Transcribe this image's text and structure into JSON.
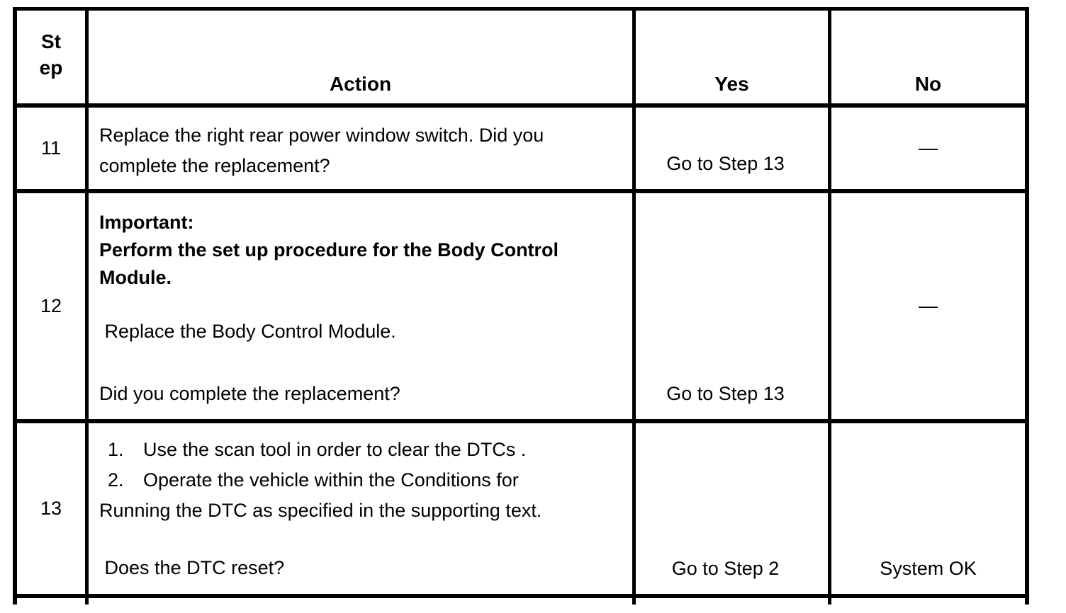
{
  "colors": {
    "background": "#ffffff",
    "text": "#000000",
    "border": "#000000"
  },
  "table": {
    "header": {
      "step_line1": "St",
      "step_line2": "ep",
      "action": "Action",
      "yes": "Yes",
      "no": "No"
    },
    "rows": [
      {
        "step": "11",
        "action_lines": [
          "Replace the right rear power window switch. Did you",
          "complete the replacement?"
        ],
        "yes": "Go to Step 13",
        "no": "—"
      },
      {
        "step": "12",
        "important_label": "Important:",
        "important_lines": [
          "Perform the set up procedure for the Body Control",
          "Module."
        ],
        "instruction": " Replace the Body Control Module.",
        "question": "Did you complete the replacement?",
        "yes": "Go to Step 13",
        "no": "—"
      },
      {
        "step": "13",
        "list_items": [
          {
            "num": "1.",
            "text": "Use the scan tool in order to clear the DTCs ."
          },
          {
            "num": "2.",
            "text": "Operate the vehicle within the Conditions for"
          }
        ],
        "continuation": "Running the DTC as specified in the supporting text.",
        "question": " Does the DTC reset?",
        "yes": "Go to Step 2",
        "no": "System OK"
      }
    ]
  }
}
